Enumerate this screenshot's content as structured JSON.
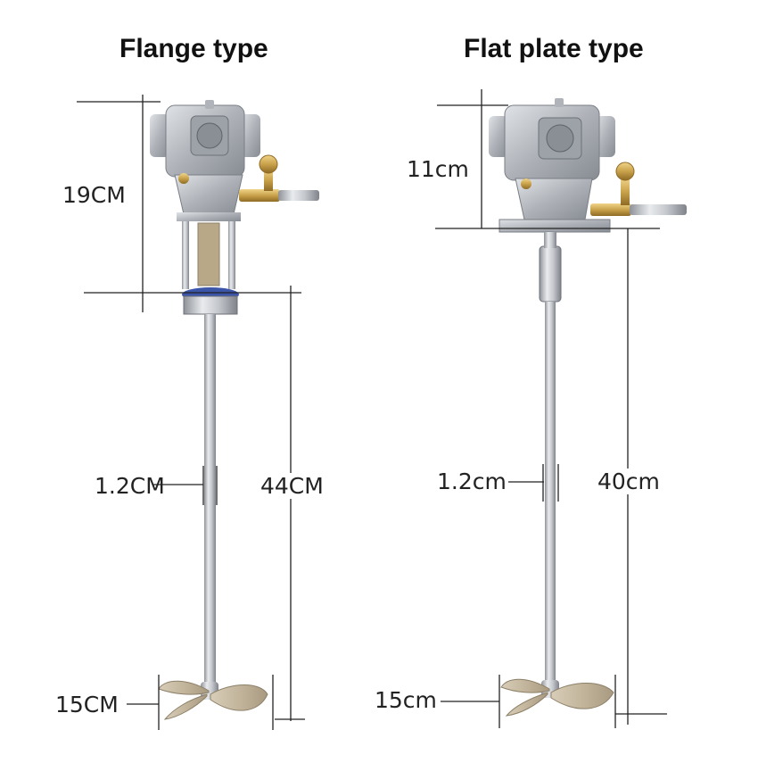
{
  "products": [
    {
      "name": "Flange type",
      "dimensions": {
        "head_height": "19CM",
        "shaft_diameter": "1.2CM",
        "shaft_length": "44CM",
        "propeller_diameter": "15CM"
      }
    },
    {
      "name": "Flat plate type",
      "dimensions": {
        "head_height": "11cm",
        "shaft_diameter": "1.2cm",
        "shaft_length": "40cm",
        "propeller_diameter": "15cm"
      }
    }
  ],
  "colors": {
    "background": "#ffffff",
    "text": "#111111",
    "dimension_line": "#222222",
    "steel": "#b9bcc2",
    "brass": "#c9a24a"
  }
}
